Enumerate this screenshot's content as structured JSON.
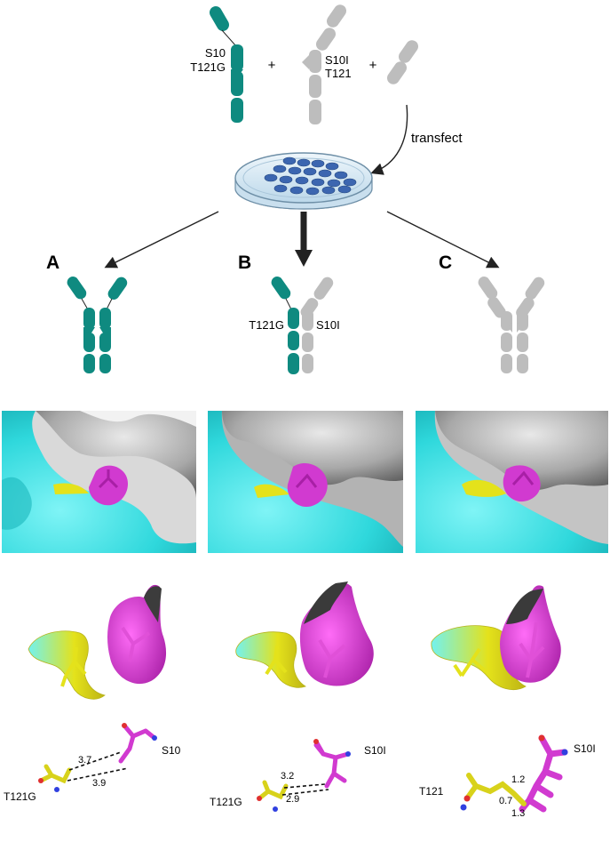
{
  "top": {
    "ab1_labels": [
      "S10",
      "T121G"
    ],
    "plus1": "+",
    "ab2_labels": [
      "S10I",
      "T121"
    ],
    "plus2": "+",
    "transfect": "transfect"
  },
  "panels": [
    {
      "letter": "A",
      "mol_labels": []
    },
    {
      "letter": "B",
      "mol_labels": [
        "T121G",
        "S10I"
      ]
    },
    {
      "letter": "C",
      "mol_labels": []
    }
  ],
  "distances": {
    "a": {
      "top_residue": "S10",
      "bottom_residue": "T121G",
      "d1": "3.7",
      "d2": "3.9"
    },
    "b": {
      "top_residue": "S10I",
      "bottom_residue": "T121G",
      "d1": "3.2",
      "d2": "2.9"
    },
    "c": {
      "top_residue": "S10I",
      "bottom_residue": "T121",
      "d1": "1.2",
      "d2": "0.7",
      "d3": "1.3"
    }
  },
  "colors": {
    "teal": "#0f8a80",
    "gray": "#bdbdbd",
    "cyan": "#2fd8dc",
    "magenta": "#d13ad0",
    "yellow": "#e4e21b",
    "surface_gray": "#8c8c8c",
    "dish_blue": "#3c66b0"
  }
}
